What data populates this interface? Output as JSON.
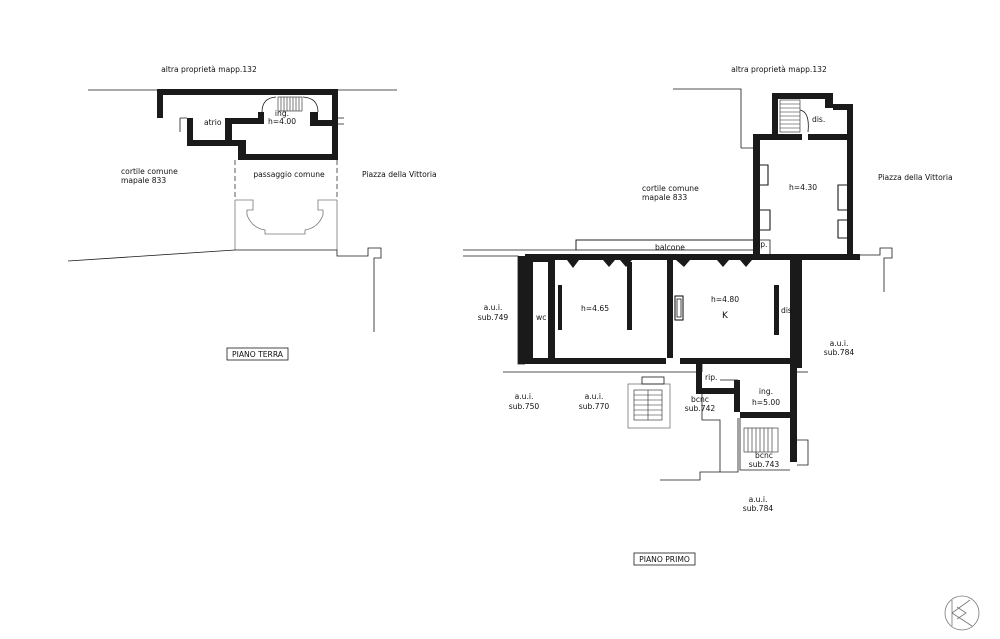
{
  "ground_floor": {
    "title": "PIANO TERRA",
    "top_neighbor": "altra proprietà mapp.132",
    "rooms": {
      "atrio": "atrio",
      "ing_name": "ing.",
      "ing_height": "h=4.00",
      "passage": "passaggio comune"
    },
    "courtyard_line1": "cortile comune",
    "courtyard_line2": "mapale 833",
    "square": "Piazza della Vittoria"
  },
  "first_floor": {
    "title": "PIANO PRIMO",
    "top_neighbor": "altra proprietà mapp.132",
    "courtyard_line1": "cortile comune",
    "courtyard_line2": "mapale 833",
    "square": "Piazza della Vittoria",
    "rooms": {
      "dis_top": "dis.",
      "room_h430": "h=4.30",
      "rip_upper": "rip.",
      "balcone": "balcone",
      "wc": "wc",
      "room_h465": "h=4.65",
      "room_h480": "h=4.80",
      "kitchen": "K",
      "dis_right": "dis.",
      "rip_lower": "rip.",
      "ing_name": "ing.",
      "ing_height": "h=5.00"
    },
    "units": {
      "aui749_a": "a.u.i.",
      "aui749_b": "sub.749",
      "aui750_a": "a.u.i.",
      "aui750_b": "sub.750",
      "aui770_a": "a.u.i.",
      "aui770_b": "sub.770",
      "bcnc742_a": "bcnc",
      "bcnc742_b": "sub.742",
      "bcnc743_a": "bcnc",
      "bcnc743_b": "sub.743",
      "aui784r_a": "a.u.i.",
      "aui784r_b": "sub.784",
      "aui784b_a": "a.u.i.",
      "aui784b_b": "sub.784"
    }
  },
  "logo_icon": "firm-logo-icon"
}
